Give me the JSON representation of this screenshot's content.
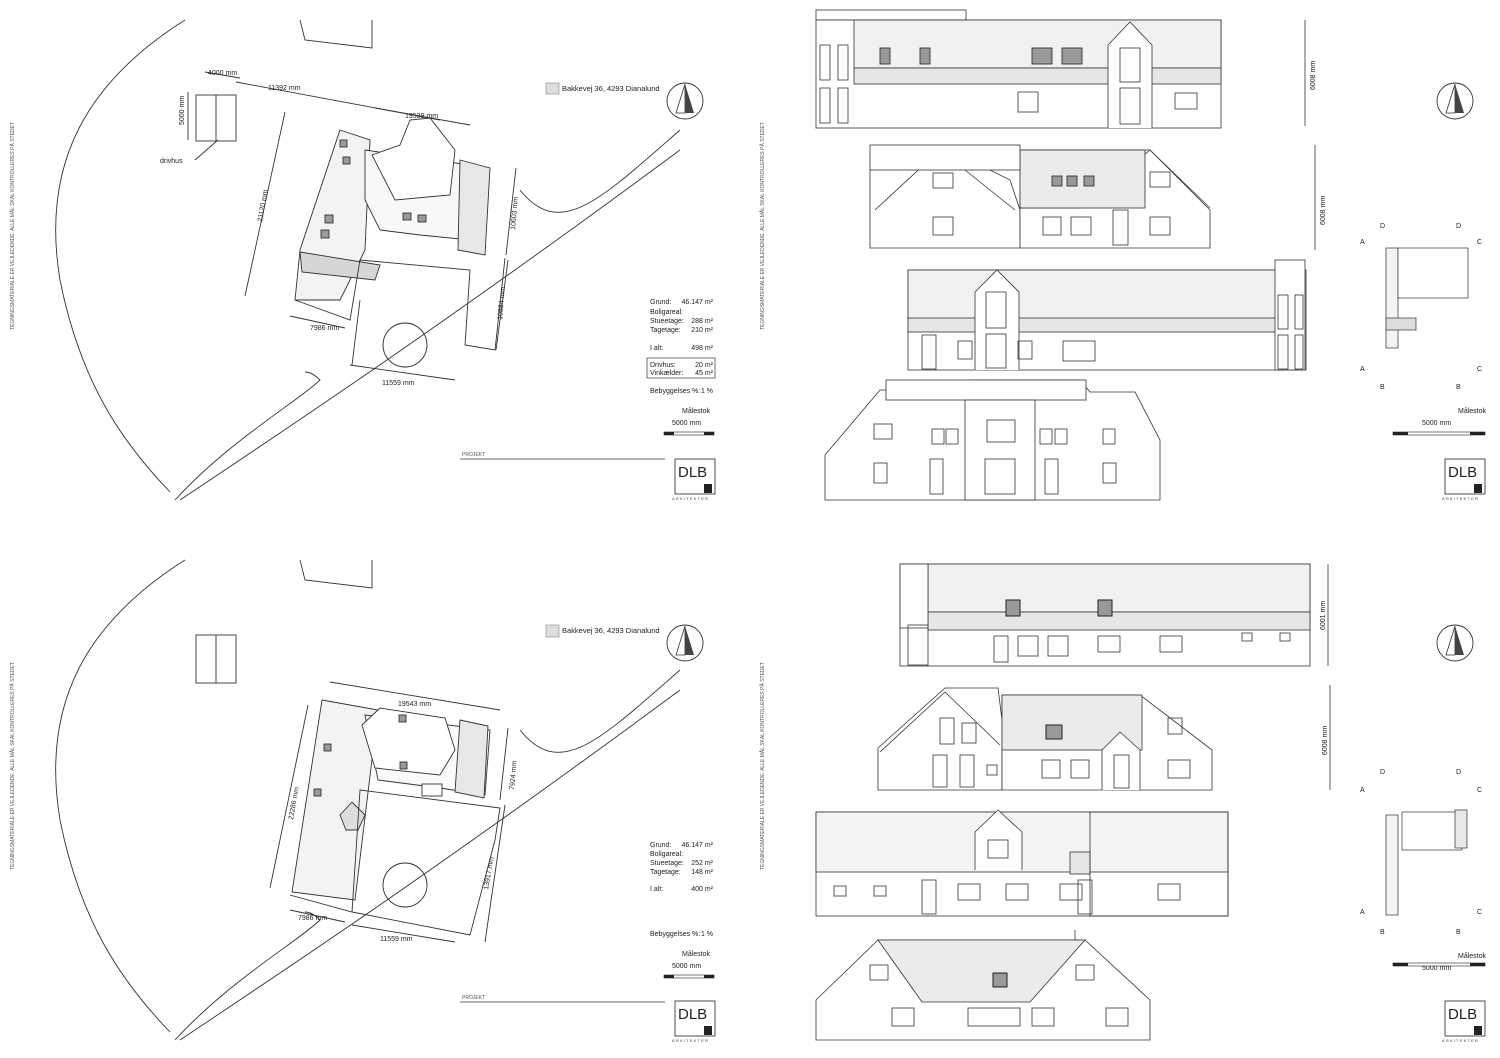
{
  "sheets": [
    {
      "id": "site-plan-existing",
      "address": "Bakkevej 36, 4293 Dianalund",
      "dims": {
        "greenhouse_w": "4000 mm",
        "greenhouse_h": "5000 mm",
        "gap_top": "11392 mm",
        "house_top": "19539 mm",
        "house_left": "21120 mm",
        "house_right": "10603 mm",
        "wing_right": "10584 mm",
        "bottom_left": "7986 mm",
        "bottom_right": "11559 mm"
      },
      "greenhouse_label": "drivhus",
      "areas": [
        {
          "label": "Grund:",
          "value": "46.147 m²"
        },
        {
          "label": "Boligareal:",
          "value": ""
        },
        {
          "label": "Stueetage:",
          "value": "288 m²"
        },
        {
          "label": "Tagetage:",
          "value": "210 m²"
        },
        {
          "label": "I alt:",
          "value": "498 m²"
        }
      ],
      "extra": [
        {
          "label": "Drivhus:",
          "value": "20 m²"
        },
        {
          "label": "Vinkælder:",
          "value": "45 m²"
        }
      ],
      "coverage_label": "Bebyggelses %:",
      "coverage_value": "1 %",
      "scale_label": "Målestok",
      "scale_value": "5000 mm",
      "project_label": "PROJEKT",
      "logo": "DLB",
      "logo_sub": "ARKITEKTER"
    },
    {
      "id": "elevations-existing",
      "height_labels": [
        "6008 mm",
        "6008 mm"
      ],
      "key_letters": [
        "A",
        "D",
        "D",
        "C",
        "A",
        "B",
        "B",
        "C"
      ],
      "scale_label": "Målestok",
      "scale_value": "5000 mm",
      "logo": "DLB",
      "logo_sub": "ARKITEKTER"
    },
    {
      "id": "site-plan-proposed",
      "address": "Bakkevej 36, 4293 Dianalund",
      "dims": {
        "house_top": "19543 mm",
        "house_left": "22286 mm",
        "house_right": "7924 mm",
        "wing_right": "13917 mm",
        "bottom_left": "7986 mm",
        "bottom_right": "11559 mm"
      },
      "areas": [
        {
          "label": "Grund:",
          "value": "46.147 m²"
        },
        {
          "label": "Boligareal:",
          "value": ""
        },
        {
          "label": "Stueetage:",
          "value": "252 m²"
        },
        {
          "label": "Tagetage:",
          "value": "148 m²"
        },
        {
          "label": "I alt:",
          "value": "400 m²"
        }
      ],
      "coverage_label": "Bebyggelses %:",
      "coverage_value": "1 %",
      "scale_label": "Målestok",
      "scale_value": "5000 mm",
      "project_label": "PROJEKT",
      "logo": "DLB",
      "logo_sub": "ARKITEKTER"
    },
    {
      "id": "elevations-proposed",
      "height_labels": [
        "6001 mm",
        "6008 mm"
      ],
      "key_letters": [
        "A",
        "D",
        "D",
        "C",
        "A",
        "B",
        "B",
        "C"
      ],
      "scale_label": "Målestok",
      "scale_value": "5000 mm",
      "logo": "DLB",
      "logo_sub": "ARKITEKTER"
    }
  ]
}
